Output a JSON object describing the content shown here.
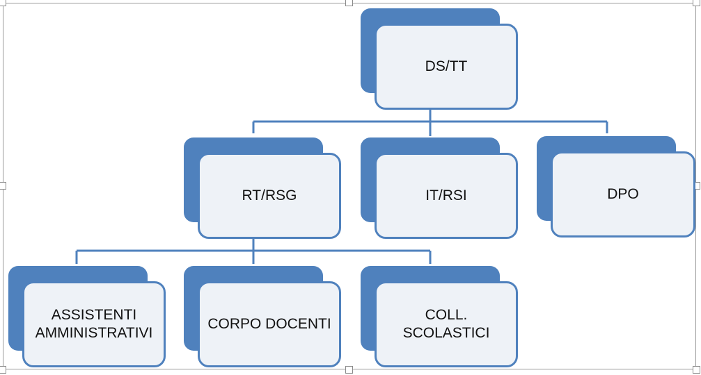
{
  "diagram": {
    "nodes": [
      {
        "id": "ds-tt",
        "label": "DS/TT"
      },
      {
        "id": "rt-rsg",
        "label": "RT/RSG"
      },
      {
        "id": "it-rsi",
        "label": "IT/RSI"
      },
      {
        "id": "dpo",
        "label": "DPO"
      },
      {
        "id": "assistenti",
        "label": "ASSISTENTI\nAMMINISTRATIVI"
      },
      {
        "id": "corpo-docenti",
        "label": "CORPO DOCENTI"
      },
      {
        "id": "coll-scolastici",
        "label": "COLL. SCOLASTICI"
      }
    ],
    "edges": [
      {
        "from": "ds-tt",
        "to": "rt-rsg"
      },
      {
        "from": "ds-tt",
        "to": "it-rsi"
      },
      {
        "from": "ds-tt",
        "to": "dpo"
      },
      {
        "from": "rt-rsg",
        "to": "assistenti"
      },
      {
        "from": "rt-rsg",
        "to": "corpo-docenti"
      },
      {
        "from": "rt-rsg",
        "to": "coll-scolastici"
      }
    ],
    "colors": {
      "accent": "#4f81bd",
      "box_fill": "#eef2f7",
      "text": "#111111"
    }
  }
}
